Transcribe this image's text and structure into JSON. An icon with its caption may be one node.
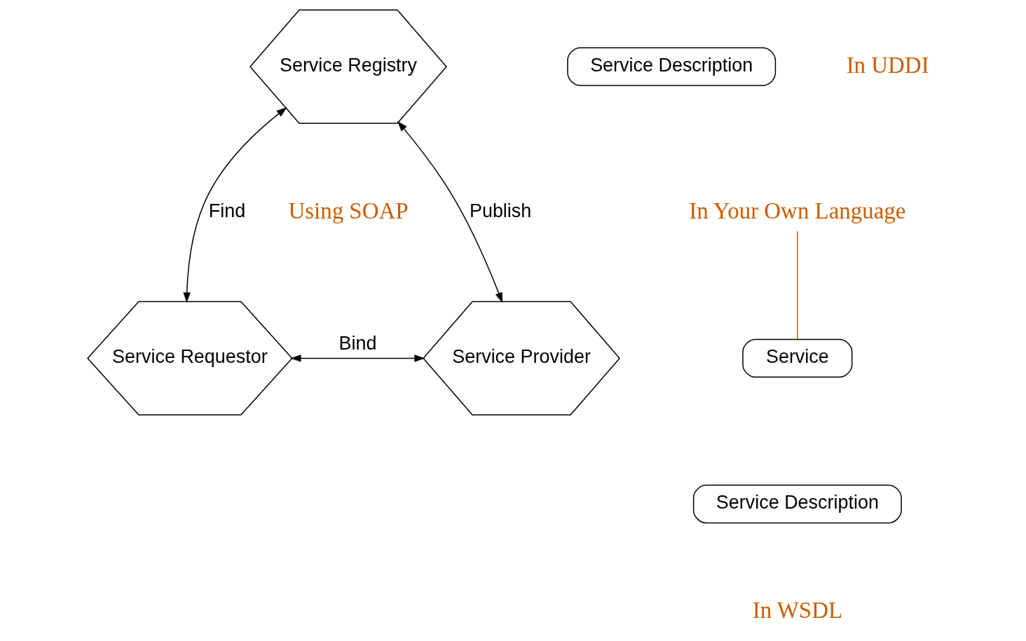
{
  "diagram": {
    "nodes": [
      {
        "text": [
          "Service Description"
        ]
      },
      {
        "text": [
          "Service Registry"
        ]
      },
      {
        "text": [
          "Service Requestor"
        ]
      },
      {
        "text": [
          "Service Provider"
        ]
      },
      {
        "text": [
          "In Your Own Language"
        ]
      },
      {
        "text": [
          "Service"
        ]
      },
      {
        "text": [
          "Service Description"
        ]
      }
    ],
    "edges": [
      {
        "from": 1,
        "to": 2,
        "arrow": "both",
        "label": "Find"
      },
      {
        "from": 1,
        "to": 3,
        "arrow": "both",
        "label": "Publish"
      },
      {
        "from": 2,
        "to": 3,
        "arrow": "both",
        "label": "Bind"
      },
      {
        "from": 4,
        "to": 5,
        "arrow": "none",
        "color": "#cc5c00"
      }
    ],
    "labels": [
      "In UDDI",
      "Using SOAP",
      "In WSDL"
    ]
  }
}
